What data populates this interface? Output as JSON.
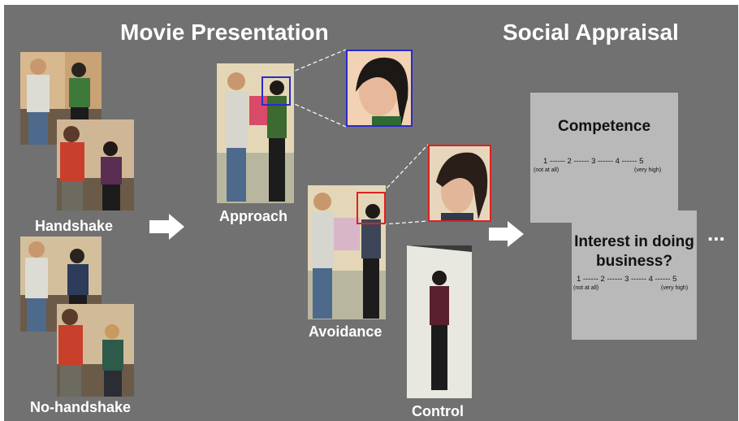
{
  "headings": {
    "movie_presentation": "Movie Presentation",
    "social_appraisal": "Social Appraisal"
  },
  "labels": {
    "handshake": "Handshake",
    "no_handshake": "No-handshake",
    "approach": "Approach",
    "avoidance": "Avoidance",
    "control": "Control"
  },
  "cards": {
    "competence": {
      "title": "Competence",
      "scale": "1 ------ 2 ------ 3 ------ 4 ------ 5",
      "low_anchor": "(not at all)",
      "high_anchor": "(very high)"
    },
    "interest": {
      "title_line1": "Interest in doing",
      "title_line2": "business?",
      "scale": "1 ------ 2 ------ 3 ------ 4 ------ 5",
      "low_anchor": "(not at all)",
      "high_anchor": "(very high)"
    }
  },
  "ellipsis": "...",
  "colors": {
    "background": "#717171",
    "card": "#b9b9b9",
    "approach_highlight": "#2a2ad0",
    "avoidance_highlight": "#e02020",
    "text": "#ffffff"
  }
}
